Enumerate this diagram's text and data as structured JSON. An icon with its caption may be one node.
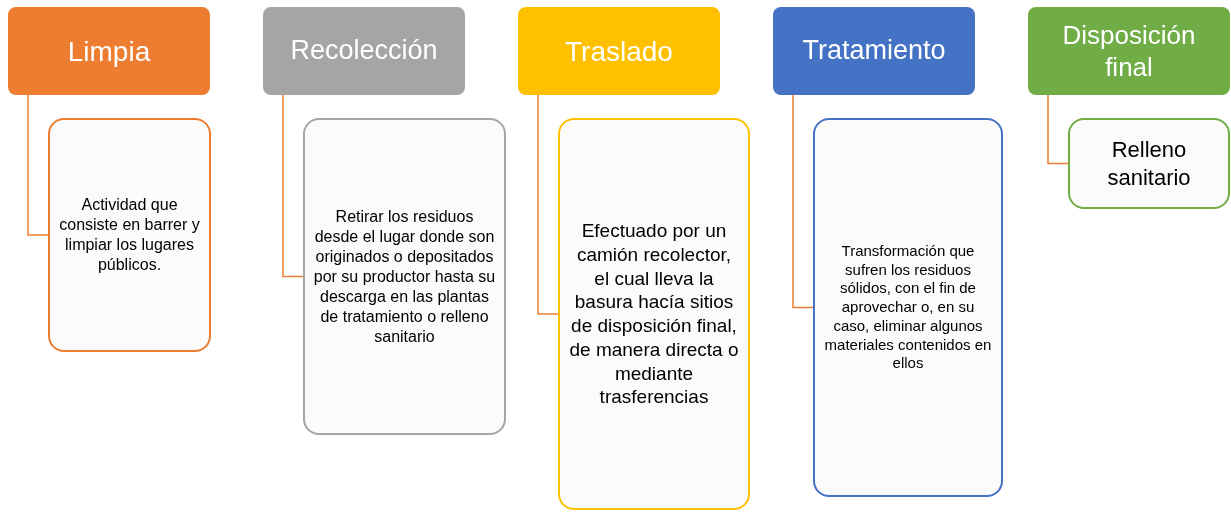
{
  "diagram": {
    "nodes": [
      {
        "text": [
          "Limpia"
        ]
      },
      {
        "text": [
          "Actividad que consiste en barrer y limpiar los lugares públicos."
        ]
      },
      {
        "text": [
          "Recolección"
        ]
      },
      {
        "text": [
          "Retirar los residuos desde el lugar donde son originados o depositados por su productor hasta su descarga en las plantas de tratamiento o relleno sanitario"
        ]
      },
      {
        "text": [
          "Traslado"
        ]
      },
      {
        "text": [
          "Efectuado por un camión recolector, el cual lleva la basura hacía sitios de disposición final, de manera directa o mediante trasferencias"
        ]
      },
      {
        "text": [
          "Tratamiento"
        ]
      },
      {
        "text": [
          "Transformación que sufren los residuos sólidos, con el fin de aprovechar o, en su caso, eliminar algunos materiales contenidos en ellos"
        ]
      },
      {
        "text": [
          "Disposición final"
        ]
      },
      {
        "text": [
          "Relleno sanitario"
        ]
      }
    ],
    "edges": [
      {
        "from": 0,
        "to": 1,
        "arrow": "none"
      },
      {
        "from": 2,
        "to": 3,
        "arrow": "none"
      },
      {
        "from": 4,
        "to": 5,
        "arrow": "none"
      },
      {
        "from": 6,
        "to": 7,
        "arrow": "none"
      },
      {
        "from": 8,
        "to": 9,
        "arrow": "none"
      }
    ]
  }
}
